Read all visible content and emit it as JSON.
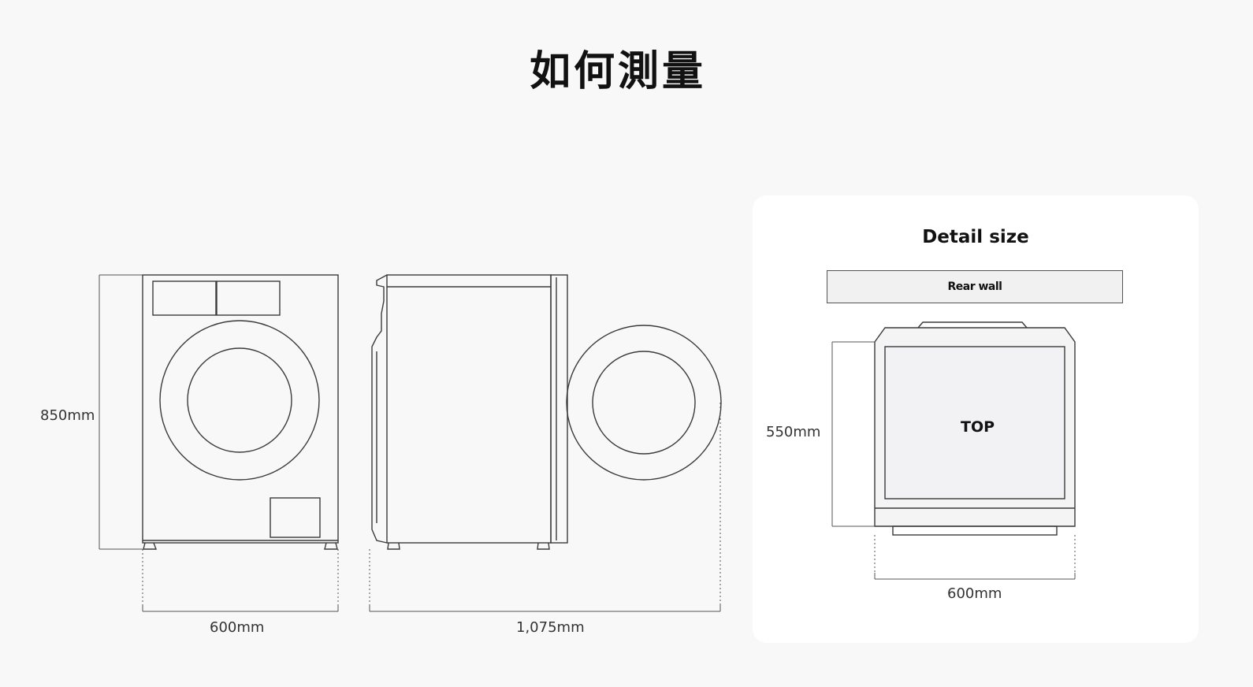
{
  "page": {
    "title": "如何測量"
  },
  "front_view": {
    "height_label": "850mm",
    "width_label": "600mm"
  },
  "side_view": {
    "depth_label": "1,075mm"
  },
  "detail": {
    "title": "Detail size",
    "rear_wall_label": "Rear wall",
    "top_label": "TOP",
    "depth_label": "550mm",
    "width_label": "600mm"
  },
  "colors": {
    "background": "#f8f8f8",
    "card": "#ffffff",
    "line": "#3a3a3a",
    "dimension_line": "#555555"
  }
}
